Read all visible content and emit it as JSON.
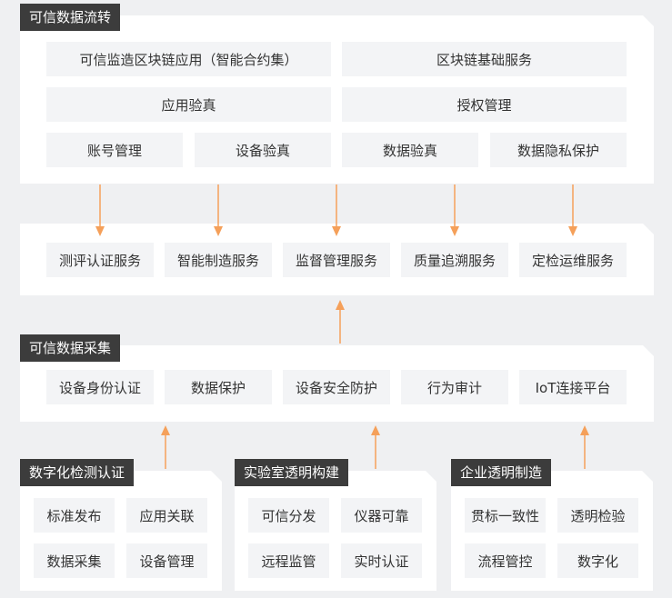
{
  "top": {
    "title": "可信数据流转",
    "items": [
      "可信监造区块链应用（智能合约集）",
      "区块链基础服务",
      "应用验真",
      "授权管理",
      "账号管理",
      "设备验真",
      "数据验真",
      "数据隐私保护"
    ]
  },
  "services": {
    "items": [
      "测评认证服务",
      "智能制造服务",
      "监督管理服务",
      "质量追溯服务",
      "定检运维服务"
    ]
  },
  "collect": {
    "title": "可信数据采集",
    "items": [
      "设备身份认证",
      "数据保护",
      "设备安全防护",
      "行为审计",
      "IoT连接平台"
    ]
  },
  "bottom": [
    {
      "title": "数字化检测认证",
      "items": [
        "标准发布",
        "应用关联",
        "数据采集",
        "设备管理"
      ]
    },
    {
      "title": "实验室透明构建",
      "items": [
        "可信分发",
        "仪器可靠",
        "远程监管",
        "实时认证"
      ]
    },
    {
      "title": "企业透明制造",
      "items": [
        "贯标一致性",
        "透明检验",
        "流程管控",
        "数字化"
      ]
    }
  ],
  "colors": {
    "arrow": "#f5a05a",
    "tag_bg": "#3c3c3c",
    "cell_bg": "#f3f4f6"
  }
}
